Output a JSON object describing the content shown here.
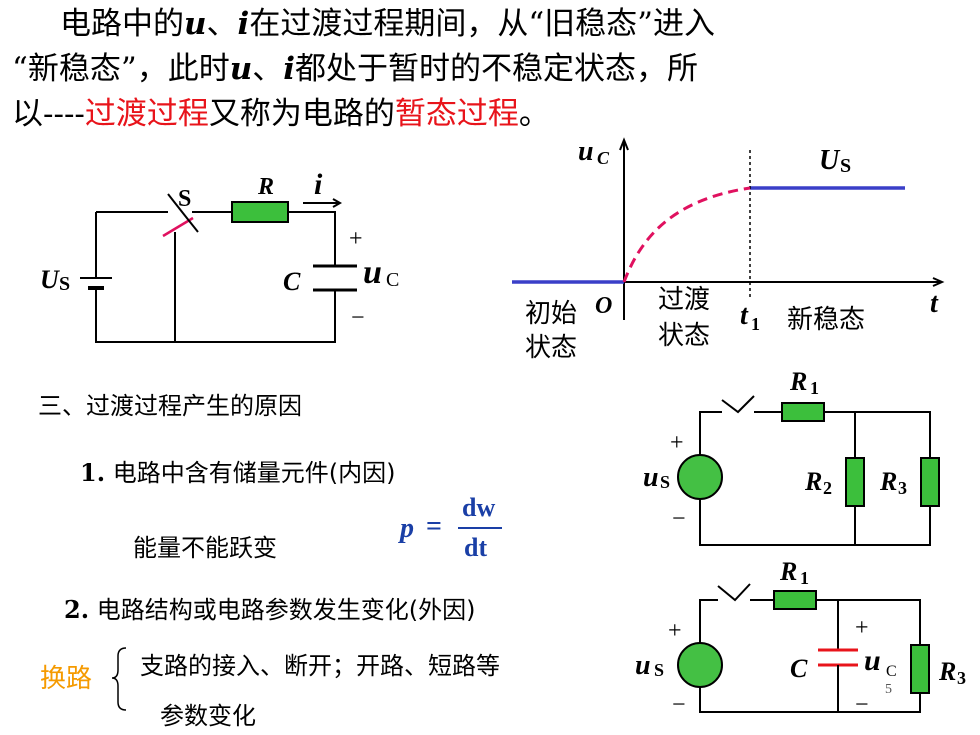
{
  "para": {
    "l1a": "电路中的",
    "u": "u",
    "sep1": "、",
    "i": "i",
    "l1b": "在过渡过程期间，从“旧稳态”进入",
    "l2a": "“新稳态”，此时",
    "l2u": "u",
    "l2sep": "、",
    "l2i": "i",
    "l2b": "都处于暂时的不稳定状态，所",
    "l3a": "以----",
    "red1": "过渡过程",
    "l3b": "又称为电路的",
    "red2": "暂态过程",
    "l3end": "。"
  },
  "circuit1": {
    "switch": "S",
    "resistor": "R",
    "current": "i",
    "source": "U",
    "source_sub": "S",
    "cap": "C",
    "plus": "+",
    "minus": "−",
    "uc": "u",
    "uc_sub": "C"
  },
  "graph": {
    "ylabel": "u",
    "ylabel_sub": "C",
    "xlabel": "t",
    "origin": "O",
    "us": "U",
    "us_sub": "S",
    "t1": "t",
    "t1_sub": "1",
    "init1": "初始",
    "init2": "状态",
    "trans1": "过渡",
    "trans2": "状态",
    "newstate": "新稳态"
  },
  "section": {
    "title": "三、过渡过程产生的原因",
    "item1_num": "1.",
    "item1": "电路中含有储量元件(内因)",
    "energy": "能量不能跃变",
    "formula_p": "p",
    "formula_eq": "=",
    "formula_num": "dw",
    "formula_den": "dt",
    "item2_num": "2.",
    "item2": "电路结构或电路参数发生变化(外因)",
    "huanlu": "换路",
    "brace_1": "支路的接入、断开；开路、短路等",
    "brace_2": "参数变化"
  },
  "circuit2": {
    "r1": "R",
    "r1_sub": "1",
    "r2": "R",
    "r2_sub": "2",
    "r3": "R",
    "r3_sub": "3",
    "us": "u",
    "us_sub": "S",
    "plus": "+",
    "minus": "−"
  },
  "circuit3": {
    "r1": "R",
    "r1_sub": "1",
    "r3": "R",
    "r3_sub": "3",
    "us": "u",
    "us_sub": "S",
    "cap": "C",
    "uc": "u",
    "uc_sub": "C",
    "plus": "+",
    "minus": "−",
    "plus2": "+",
    "minus2": "−",
    "page_num": "5"
  },
  "colors": {
    "red": "#e8141b",
    "orange": "#f59a00",
    "blue_line": "#3a3fc8",
    "resistor_fill": "#3cbf3c",
    "source_fill": "#44c044",
    "formula_blue": "#1a3fa6",
    "pink": "#e0115f"
  }
}
